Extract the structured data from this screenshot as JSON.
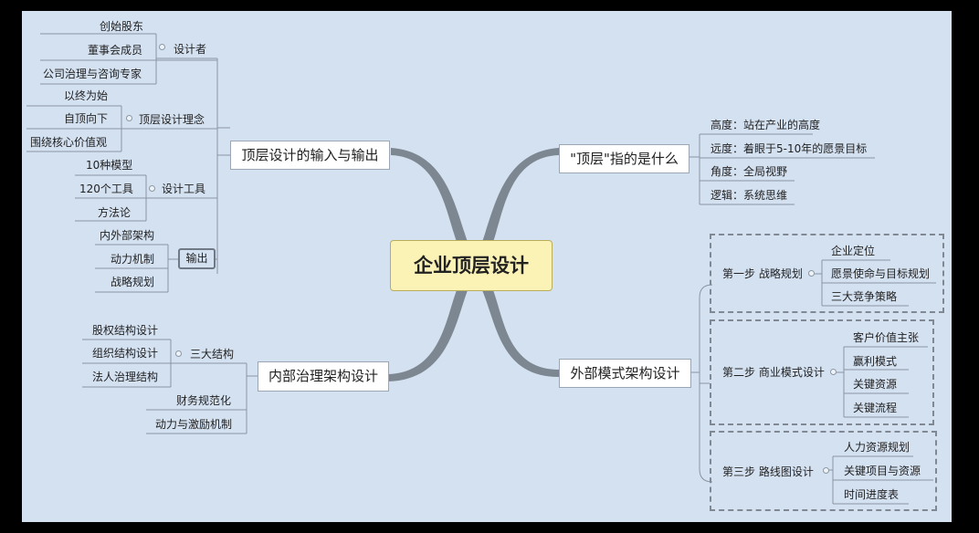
{
  "center": "企业顶层设计",
  "nodes": {
    "io": "顶层设计的输入与输出",
    "gov": "内部治理架构设计",
    "top": "\"顶层\"指的是什么",
    "ext": "外部模式架构设计"
  },
  "io": {
    "designer": {
      "label": "设计者",
      "items": [
        "创始股东",
        "董事会成员",
        "公司治理与咨询专家"
      ]
    },
    "concept": {
      "label": "顶层设计理念",
      "items": [
        "以终为始",
        "自顶向下",
        "围绕核心价值观"
      ]
    },
    "tools": {
      "label": "设计工具",
      "items": [
        "10种模型",
        "120个工具",
        "方法论"
      ]
    },
    "output": {
      "label": "输出",
      "items": [
        "内外部架构",
        "动力机制",
        "战略规划"
      ]
    }
  },
  "gov": {
    "three": {
      "label": "三大结构",
      "items": [
        "股权结构设计",
        "组织结构设计",
        "法人治理结构"
      ]
    },
    "finance": "财务规范化",
    "incentive": "动力与激励机制"
  },
  "top": [
    "高度：站在产业的高度",
    "远度：着眼于5-10年的愿景目标",
    "角度：全局视野",
    "逻辑：系统思维"
  ],
  "ext": {
    "step1": {
      "label": "第一步 战略规划",
      "items": [
        "企业定位",
        "愿景使命与目标规划",
        "三大竞争策略"
      ]
    },
    "step2": {
      "label": "第二步 商业模式设计",
      "items": [
        "客户价值主张",
        "赢利模式",
        "关键资源",
        "关键流程"
      ]
    },
    "step3": {
      "label": "第三步 路线图设计",
      "items": [
        "人力资源规划",
        "关键项目与资源",
        "时间进度表"
      ]
    }
  }
}
